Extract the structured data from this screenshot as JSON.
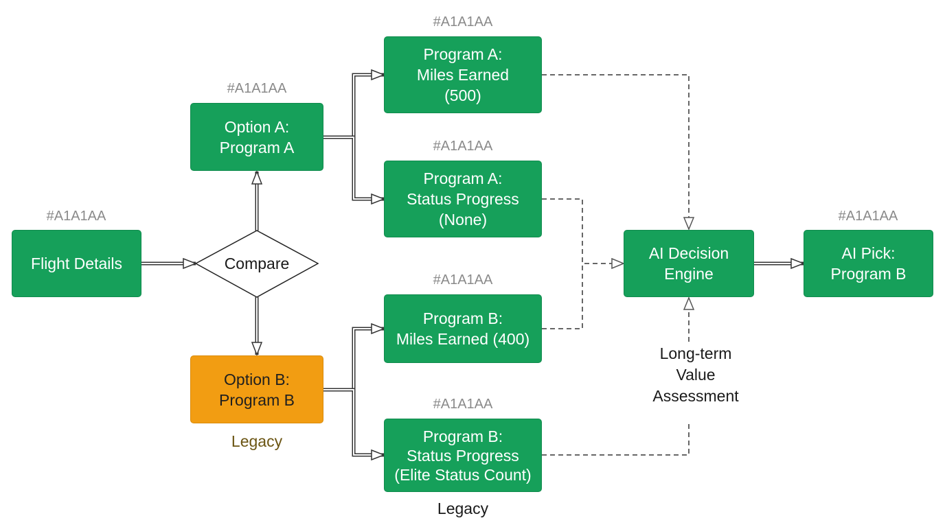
{
  "nodes": {
    "flight": {
      "label": "Flight Details",
      "tag": "#A1A1AA"
    },
    "compare": {
      "label": "Compare"
    },
    "opt_a": {
      "label": "Option A:\nProgram A",
      "tag": "#A1A1AA"
    },
    "opt_b": {
      "label": "Option B:\nProgram B",
      "note": "Legacy"
    },
    "a_miles": {
      "label": "Program A:\nMiles Earned\n(500)",
      "tag": "#A1A1AA"
    },
    "a_status": {
      "label": "Program A:\nStatus Progress\n(None)",
      "tag": "#A1A1AA"
    },
    "b_miles": {
      "label": "Program B:\nMiles Earned (400)",
      "tag": "#A1A1AA"
    },
    "b_status": {
      "label": "Program B:\nStatus Progress\n(Elite Status Count)",
      "tag": "#A1A1AA",
      "note": "Legacy"
    },
    "engine": {
      "label": "AI Decision\nEngine"
    },
    "pick": {
      "label": "AI Pick:\nProgram B",
      "tag": "#A1A1AA"
    }
  },
  "assessment": {
    "label": "Long-term\nValue\nAssessment"
  },
  "colors": {
    "node_green": "#16a05a",
    "node_orange": "#f29d12",
    "tag_gray": "#8a8a8a",
    "legacy_brown": "#6b5513",
    "edge_dark": "#333333",
    "edge_dashed": "#666666"
  }
}
